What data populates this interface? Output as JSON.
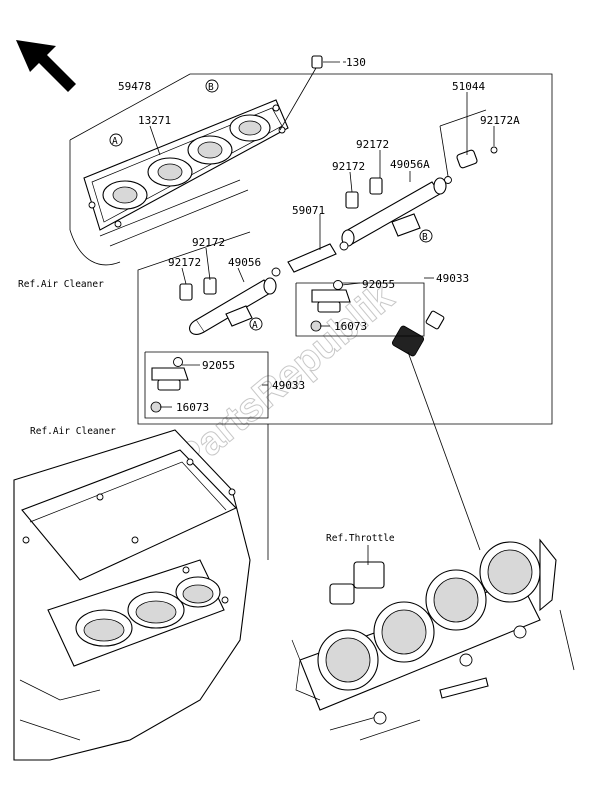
{
  "watermark": "PartsRepublik",
  "labels": {
    "p130": "130",
    "p59478": "59478",
    "p13271": "13271",
    "p51044": "51044",
    "p92172_a": "92172",
    "p92172A": "92172A",
    "p92172_b": "92172",
    "p49056A": "49056A",
    "p59071": "59071",
    "p92172_c": "92172",
    "p92172_d": "92172",
    "p49056": "49056",
    "p92055_a": "92055",
    "p49033_a": "49033",
    "p16073_a": "16073",
    "p92055_b": "92055",
    "p49033_b": "49033",
    "p16073_b": "16073"
  },
  "refs": {
    "air_cleaner_top": "Ref.Air Cleaner",
    "air_cleaner_bottom": "Ref.Air Cleaner",
    "throttle": "Ref.Throttle"
  },
  "callouts": {
    "A": "A",
    "B": "B"
  }
}
